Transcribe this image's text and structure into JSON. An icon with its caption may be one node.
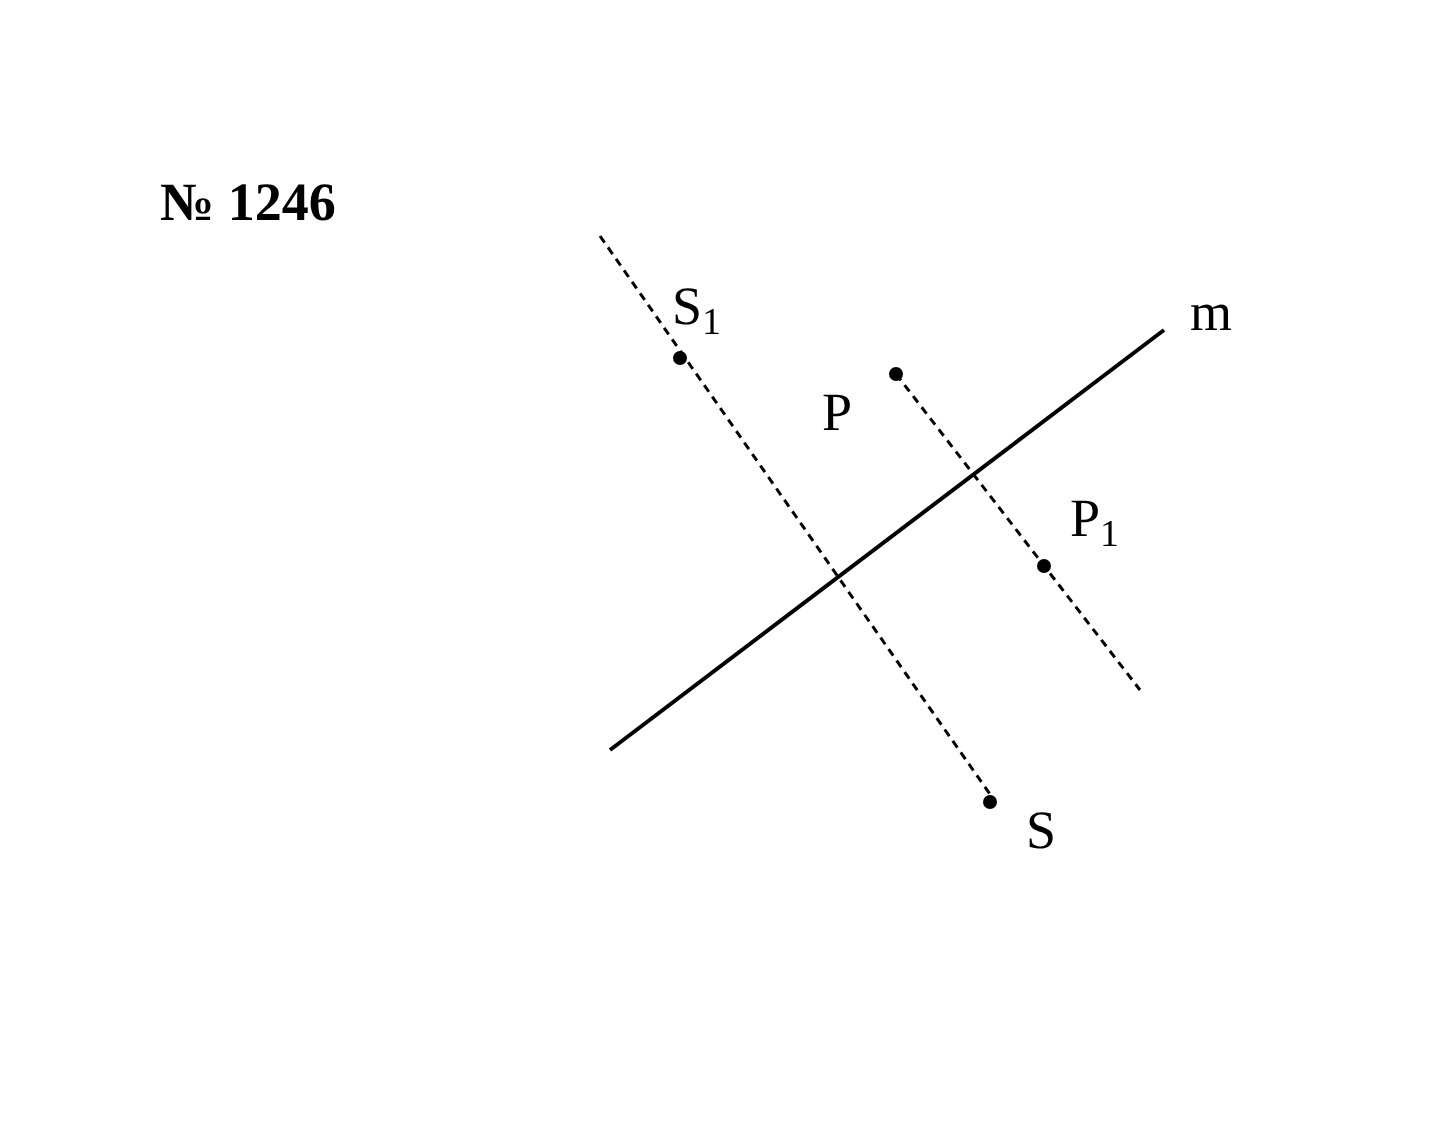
{
  "diagram": {
    "title": "№ 1246",
    "labels": [
      "m",
      "S$_{1}$",
      "P",
      "P$_{1}$",
      "S"
    ]
  }
}
